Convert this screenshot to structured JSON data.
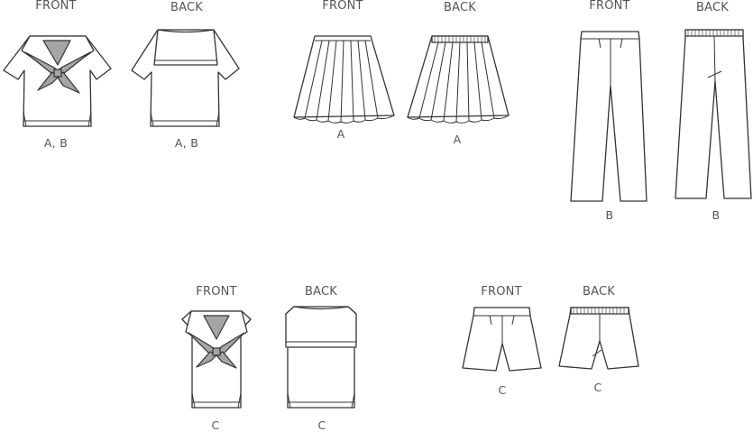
{
  "views": {
    "front": "FRONT",
    "back": "BACK"
  },
  "garments": [
    {
      "id": "blouse-ab",
      "view_front": "FRONT",
      "view_back": "BACK",
      "label_front": "A, B",
      "label_back": "A, B"
    },
    {
      "id": "skirt-a",
      "view_front": "FRONT",
      "view_back": "BACK",
      "label_front": "A",
      "label_back": "A"
    },
    {
      "id": "pants-b",
      "view_front": "FRONT",
      "view_back": "BACK",
      "label_front": "B",
      "label_back": "B"
    },
    {
      "id": "top-c",
      "view_front": "FRONT",
      "view_back": "BACK",
      "label_front": "C",
      "label_back": "C"
    },
    {
      "id": "shorts-c",
      "view_front": "FRONT",
      "view_back": "BACK",
      "label_front": "C",
      "label_back": "C"
    }
  ],
  "colors": {
    "outline": "#333333",
    "fabric_fill": "#ffffff",
    "scarf_fill": "#a5a5a5",
    "label_text": "#555555"
  }
}
